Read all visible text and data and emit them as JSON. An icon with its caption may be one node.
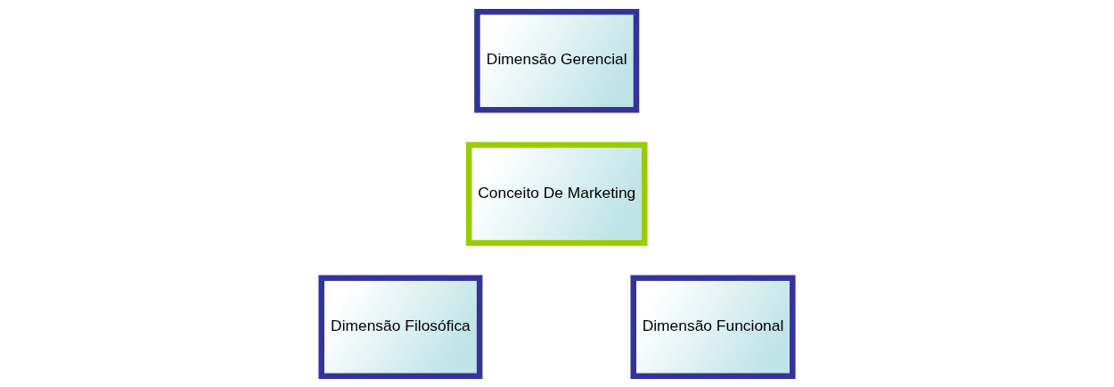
{
  "diagram": {
    "nodes": [
      {
        "text": [
          "Dimensão Gerencial"
        ]
      },
      {
        "text": [
          "Conceito De Marketing"
        ]
      },
      {
        "text": [
          "Dimensão Filosófica"
        ]
      },
      {
        "text": [
          "Dimensão Funcional"
        ]
      }
    ]
  }
}
